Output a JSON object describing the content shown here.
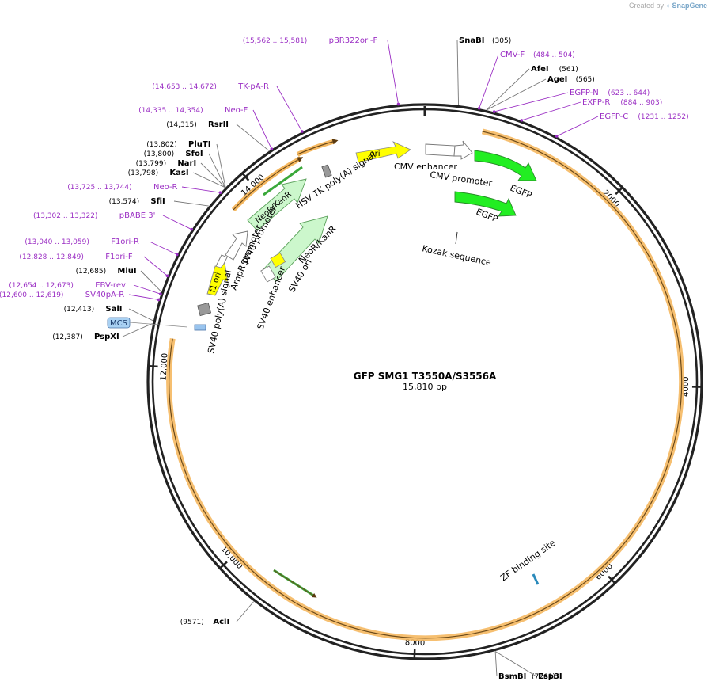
{
  "credit": {
    "prefix": "Created by",
    "brand": "SnapGene"
  },
  "plasmid": {
    "name": "GFP SMG1 T3550A/S3556A",
    "length_label": "15,810 bp",
    "length": 15810
  },
  "colors": {
    "primer": "#9b2fc4",
    "enzyme": "#000000",
    "orf": "#f0a640",
    "backbone": "#222222"
  },
  "ticks": [
    {
      "bp": 2000,
      "label": "2000"
    },
    {
      "bp": 4000,
      "label": "4000"
    },
    {
      "bp": 6000,
      "label": "6000"
    },
    {
      "bp": 8000,
      "label": "8000"
    },
    {
      "bp": 10000,
      "label": "10,000"
    },
    {
      "bp": 12000,
      "label": "12,000"
    },
    {
      "bp": 14000,
      "label": "14,000"
    }
  ],
  "labels": [
    {
      "name": "pBR322ori-F",
      "pos": "(15,562 .. 15,581)",
      "kind": "primer",
      "bp": 15570
    },
    {
      "name": "SnaBI",
      "pos": "(305)",
      "kind": "enzyme",
      "bp": 305
    },
    {
      "name": "CMV-F",
      "pos": "(484 .. 504)",
      "kind": "primer",
      "bp": 494
    },
    {
      "name": "AfeI",
      "pos": "(561)",
      "kind": "enzyme",
      "bp": 561
    },
    {
      "name": "AgeI",
      "pos": "(565)",
      "kind": "enzyme",
      "bp": 565
    },
    {
      "name": "EGFP-N",
      "pos": "(623 .. 644)",
      "kind": "primer",
      "bp": 633
    },
    {
      "name": "EXFP-R",
      "pos": "(884 .. 903)",
      "kind": "primer",
      "bp": 893
    },
    {
      "name": "EGFP-C",
      "pos": "(1231 .. 1252)",
      "kind": "primer",
      "bp": 1241
    },
    {
      "name": "TK-pA-R",
      "pos": "(14,653 .. 14,672)",
      "kind": "primer",
      "bp": 14662
    },
    {
      "name": "Neo-F",
      "pos": "(14,335 .. 14,354)",
      "kind": "primer",
      "bp": 14344
    },
    {
      "name": "RsrII",
      "pos": "(14,315)",
      "kind": "enzyme",
      "bp": 14315
    },
    {
      "name": "PluTI",
      "pos": "(13,802)",
      "kind": "enzyme",
      "bp": 13802
    },
    {
      "name": "SfoI",
      "pos": "(13,800)",
      "kind": "enzyme",
      "bp": 13800
    },
    {
      "name": "NarI",
      "pos": "(13,799)",
      "kind": "enzyme",
      "bp": 13799
    },
    {
      "name": "KasI",
      "pos": "(13,798)",
      "kind": "enzyme",
      "bp": 13798
    },
    {
      "name": "Neo-R",
      "pos": "(13,725 .. 13,744)",
      "kind": "primer",
      "bp": 13734
    },
    {
      "name": "SfiI",
      "pos": "(13,574)",
      "kind": "enzyme",
      "bp": 13574
    },
    {
      "name": "pBABE 3'",
      "pos": "(13,302 .. 13,322)",
      "kind": "primer",
      "bp": 13312
    },
    {
      "name": "F1ori-R",
      "pos": "(13,040 .. 13,059)",
      "kind": "primer",
      "bp": 13050
    },
    {
      "name": "F1ori-F",
      "pos": "(12,828 .. 12,849)",
      "kind": "primer",
      "bp": 12838
    },
    {
      "name": "MluI",
      "pos": "(12,685)",
      "kind": "enzyme",
      "bp": 12685
    },
    {
      "name": "EBV-rev",
      "pos": "(12,654 .. 12,673)",
      "kind": "primer",
      "bp": 12663
    },
    {
      "name": "SV40pA-R",
      "pos": "(12,600 .. 12,619)",
      "kind": "primer",
      "bp": 12609
    },
    {
      "name": "SalI",
      "pos": "(12,413)",
      "kind": "enzyme",
      "bp": 12413
    },
    {
      "name": "PspXI",
      "pos": "(12,387)",
      "kind": "enzyme",
      "bp": 12387
    },
    {
      "name": "AclI",
      "pos": "(9571)",
      "kind": "enzyme",
      "bp": 9571
    },
    {
      "name": "BsmBI",
      "pos": "(7261)",
      "kind": "enzyme",
      "bp": 7261
    },
    {
      "name": "Esp3I",
      "pos": "",
      "kind": "enzyme",
      "bp": 7261
    }
  ],
  "mcs": {
    "label": "MCS"
  },
  "features": [
    {
      "name": "ori",
      "type": "rep_origin",
      "color": "#ffff00"
    },
    {
      "name": "CMV enhancer",
      "type": "enhancer",
      "color": "#ffffff"
    },
    {
      "name": "CMV promoter",
      "type": "promoter",
      "color": "#ffffff"
    },
    {
      "name": "EGFP",
      "type": "cds",
      "color": "#22ee22"
    },
    {
      "name": "EGFP",
      "type": "cds",
      "color": "#22ee22"
    },
    {
      "name": "Kozak sequence",
      "type": "misc",
      "color": "#ffffff"
    },
    {
      "name": "HSV TK poly(A) signal",
      "type": "polyA",
      "color": "#999999"
    },
    {
      "name": "NeoR/KanR",
      "type": "cds",
      "color": "#ccf7cc"
    },
    {
      "name": "SV40 promoter",
      "type": "promoter",
      "color": "#ffffff"
    },
    {
      "name": "AmpR promoter",
      "type": "promoter",
      "color": "#ffffff"
    },
    {
      "name": "f1 ori",
      "type": "rep_origin",
      "color": "#ffff00"
    },
    {
      "name": "SV40 poly(A) signal",
      "type": "polyA",
      "color": "#999999"
    },
    {
      "name": "NeoR/KanR",
      "type": "cds",
      "color": "#ccf7cc"
    },
    {
      "name": "SV40 ori",
      "type": "rep_origin",
      "color": "#ffff00"
    },
    {
      "name": "SV40 enhancer",
      "type": "enhancer",
      "color": "#ffffff"
    },
    {
      "name": "ZF binding site",
      "type": "misc",
      "color": "#66ccee"
    }
  ]
}
